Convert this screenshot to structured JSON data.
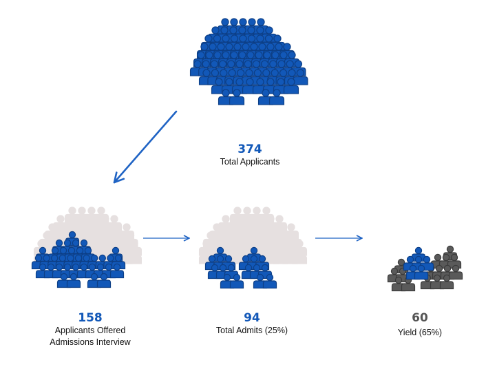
{
  "colors": {
    "accent": "#1258b8",
    "accent_stroke": "#0d3f86",
    "muted_crowd": "#e6e0e0",
    "gray_person": "#5a5a5a",
    "gray_stroke": "#3a3a3a",
    "arrow": "#1f63c4",
    "number_gray": "#555555"
  },
  "stages": [
    {
      "id": "total-applicants",
      "value": "374",
      "label_lines": [
        "Total Applicants"
      ]
    },
    {
      "id": "interview",
      "value": "158",
      "label_lines": [
        "Applicants Offered",
        "Admissions Interview"
      ]
    },
    {
      "id": "admits",
      "value": "94",
      "label_lines": [
        "Total Admits (25%)"
      ]
    },
    {
      "id": "yield",
      "value": "60",
      "label_lines": [
        "Yield (65%)"
      ]
    }
  ],
  "icons": [
    "person-crowd-icon",
    "arrow-icon"
  ]
}
